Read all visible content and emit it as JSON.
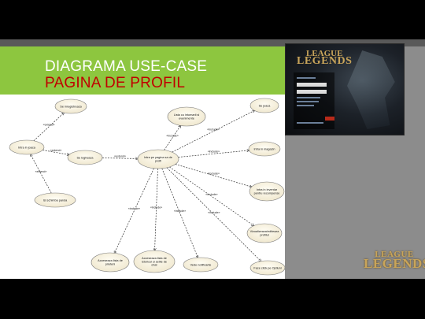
{
  "slide": {
    "title_line1": "DIAGRAMA USE-CASE",
    "title_line2": "PAGINA DE PROFIL"
  },
  "logo": {
    "line1": "LEAGUE",
    "line2": "LEGENDS"
  },
  "diagram": {
    "cases": [
      {
        "id": "uc_vizualizare",
        "label": [
          "Se inregistreaza"
        ]
      },
      {
        "id": "uc_intra_joc",
        "label": [
          "Intra in joaca"
        ]
      },
      {
        "id": "uc_logheaza",
        "label": [
          "Se logheaza"
        ]
      },
      {
        "id": "uc_schimba",
        "label": [
          "Isi schimba parola"
        ]
      },
      {
        "id": "uc_profil",
        "label": [
          "Intra pe pagina sa de",
          "profil"
        ]
      },
      {
        "id": "uc_lista",
        "label": [
          "Lista cu inturnarii si",
          "evenimente"
        ]
      },
      {
        "id": "uc_joaca",
        "label": [
          "Se joaca"
        ]
      },
      {
        "id": "uc_magazin",
        "label": [
          "Intra in magazin"
        ]
      },
      {
        "id": "uc_inventar",
        "label": [
          "Intra in inventar",
          "pentru recompense"
        ]
      },
      {
        "id": "uc_setari",
        "label": [
          "Vizualizeaza/editeaza",
          "profilul"
        ]
      },
      {
        "id": "uc_optiuni",
        "label": [
          "Face click pe Optiuni"
        ]
      },
      {
        "id": "uc_prieteni",
        "label": [
          "Acceseaza lista de",
          "prieteni"
        ]
      },
      {
        "id": "uc_istoric",
        "label": [
          "Acceseaza lista de",
          "istoricul si setile de",
          "chat"
        ]
      },
      {
        "id": "uc_notificari",
        "label": [
          "Vede notificarile"
        ]
      }
    ],
    "stereotypes": [
      "«include»",
      "«extend»"
    ]
  }
}
